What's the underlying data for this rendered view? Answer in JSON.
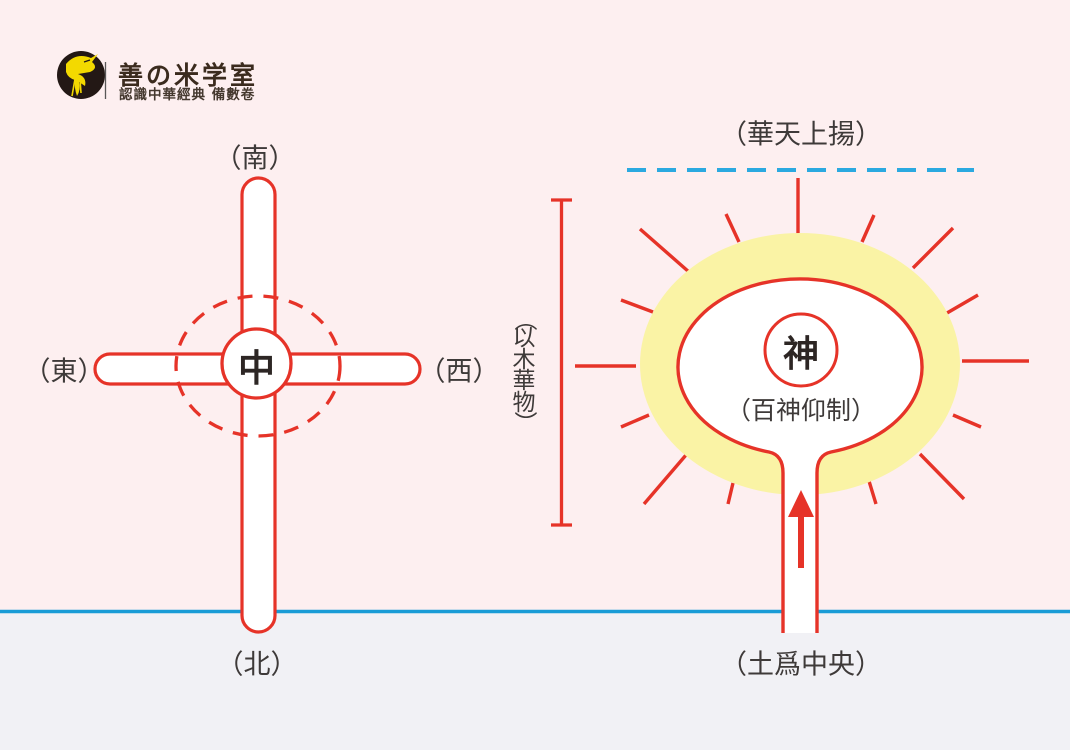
{
  "logo": {
    "title": "善の米学室",
    "subtitle": "認識中華經典 備數卷",
    "icon": "swallow-bird-icon",
    "badge_color": "#231815",
    "bird_color": "#f3d900"
  },
  "left_diagram": {
    "name": "cross-of-directions",
    "center_label": "中",
    "label_south": "（南）",
    "label_west": "（西）",
    "label_east": "（東）",
    "label_north": "（北）"
  },
  "right_diagram": {
    "name": "radiant-tree-sun",
    "top_label": "（華天上揚）",
    "measure_label": "（以木華物）",
    "measure_label_chars": [
      "（",
      "以",
      "木",
      "華",
      "物",
      "）"
    ],
    "center_label": "神",
    "inner_label": "（百神仰制）",
    "bottom_label": "（土爲中央）"
  },
  "colors": {
    "background_top": "#fdeff0",
    "background_bottom": "#f1f1f5",
    "diagram_red": "#e63328",
    "ground_line_blue": "#199cd6",
    "sky_dash_blue": "#2ba9e0",
    "glow_yellow": "#faf3a5",
    "label_text": "#3e3a39"
  }
}
